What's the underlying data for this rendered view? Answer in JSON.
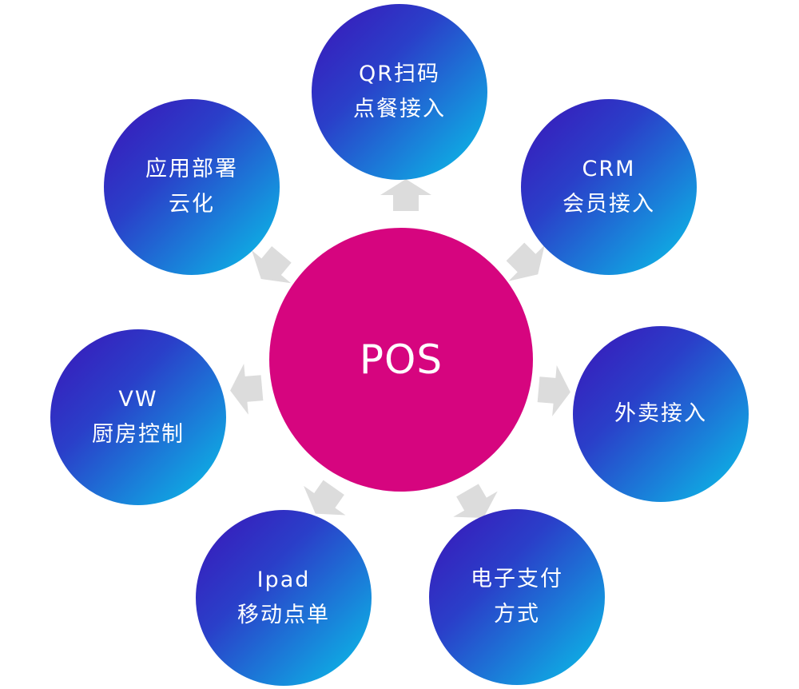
{
  "center": {
    "label": "POS"
  },
  "nodes": [
    {
      "id": "qr",
      "lines": [
        "QR扫码",
        "点餐接入"
      ]
    },
    {
      "id": "crm",
      "lines": [
        "CRM",
        "会员接入"
      ]
    },
    {
      "id": "waimai",
      "lines": [
        "外卖接入"
      ]
    },
    {
      "id": "pay",
      "lines": [
        "电子支付",
        "方式"
      ]
    },
    {
      "id": "ipad",
      "lines": [
        "Ipad",
        "移动点单"
      ]
    },
    {
      "id": "vw",
      "lines": [
        "VW",
        "厨房控制"
      ]
    },
    {
      "id": "cloud",
      "lines": [
        "应用部署",
        "云化"
      ]
    }
  ],
  "colors": {
    "center_fill": "#d6057f",
    "node_gradient_start": "#3b14b8",
    "node_gradient_end": "#08c4e8",
    "arrow_fill": "#dcdcdc"
  }
}
